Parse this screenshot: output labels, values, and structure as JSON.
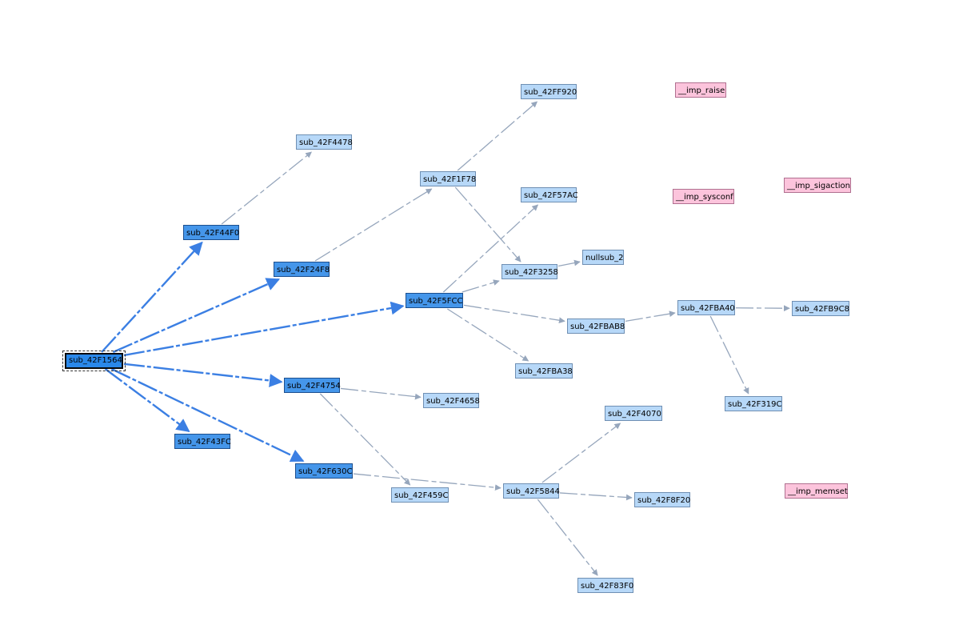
{
  "graph": {
    "nodes": [
      {
        "id": "sub_42F1564",
        "label": "sub_42F1564",
        "kind": "root"
      },
      {
        "id": "sub_42F44F0",
        "label": "sub_42F44F0",
        "kind": "dark"
      },
      {
        "id": "sub_42F24F8",
        "label": "sub_42F24F8",
        "kind": "dark"
      },
      {
        "id": "sub_42F5FCC",
        "label": "sub_42F5FCC",
        "kind": "dark"
      },
      {
        "id": "sub_42F4754",
        "label": "sub_42F4754",
        "kind": "dark"
      },
      {
        "id": "sub_42F43FC",
        "label": "sub_42F43FC",
        "kind": "dark"
      },
      {
        "id": "sub_42F630C",
        "label": "sub_42F630C",
        "kind": "dark"
      },
      {
        "id": "sub_42F4478",
        "label": "sub_42F4478",
        "kind": "light"
      },
      {
        "id": "sub_42F1F78",
        "label": "sub_42F1F78",
        "kind": "light"
      },
      {
        "id": "sub_42FF920",
        "label": "sub_42FF920",
        "kind": "light"
      },
      {
        "id": "sub_42F57AC",
        "label": "sub_42F57AC",
        "kind": "light"
      },
      {
        "id": "sub_42F3258",
        "label": "sub_42F3258",
        "kind": "light"
      },
      {
        "id": "nullsub_2",
        "label": "nullsub_2",
        "kind": "light"
      },
      {
        "id": "sub_42FBAB8",
        "label": "sub_42FBAB8",
        "kind": "light"
      },
      {
        "id": "sub_42FBA40",
        "label": "sub_42FBA40",
        "kind": "light"
      },
      {
        "id": "sub_42FB9C8",
        "label": "sub_42FB9C8",
        "kind": "light"
      },
      {
        "id": "sub_42F319C",
        "label": "sub_42F319C",
        "kind": "light"
      },
      {
        "id": "sub_42FBA38",
        "label": "sub_42FBA38",
        "kind": "light"
      },
      {
        "id": "sub_42F4658",
        "label": "sub_42F4658",
        "kind": "light"
      },
      {
        "id": "sub_42F459C",
        "label": "sub_42F459C",
        "kind": "light"
      },
      {
        "id": "sub_42F5844",
        "label": "sub_42F5844",
        "kind": "light"
      },
      {
        "id": "sub_42F4070",
        "label": "sub_42F4070",
        "kind": "light"
      },
      {
        "id": "sub_42F8F20",
        "label": "sub_42F8F20",
        "kind": "light"
      },
      {
        "id": "sub_42F83F0",
        "label": "sub_42F83F0",
        "kind": "light"
      },
      {
        "id": "__imp_raise",
        "label": "__imp_raise",
        "kind": "import"
      },
      {
        "id": "__imp_sysconf",
        "label": "__imp_sysconf",
        "kind": "import"
      },
      {
        "id": "__imp_sigaction",
        "label": "__imp_sigaction",
        "kind": "import"
      },
      {
        "id": "__imp_memset",
        "label": "__imp_memset",
        "kind": "import"
      }
    ],
    "edges": [
      {
        "from": "sub_42F1564",
        "to": "sub_42F44F0",
        "style": "primary"
      },
      {
        "from": "sub_42F1564",
        "to": "sub_42F24F8",
        "style": "primary"
      },
      {
        "from": "sub_42F1564",
        "to": "sub_42F5FCC",
        "style": "primary"
      },
      {
        "from": "sub_42F1564",
        "to": "sub_42F4754",
        "style": "primary"
      },
      {
        "from": "sub_42F1564",
        "to": "sub_42F43FC",
        "style": "primary"
      },
      {
        "from": "sub_42F1564",
        "to": "sub_42F630C",
        "style": "primary"
      },
      {
        "from": "sub_42F44F0",
        "to": "sub_42F4478",
        "style": "secondary"
      },
      {
        "from": "sub_42F24F8",
        "to": "sub_42F1F78",
        "style": "secondary"
      },
      {
        "from": "sub_42F1F78",
        "to": "sub_42FF920",
        "style": "secondary"
      },
      {
        "from": "sub_42F1F78",
        "to": "sub_42F3258",
        "style": "secondary"
      },
      {
        "from": "sub_42F5FCC",
        "to": "sub_42F57AC",
        "style": "secondary"
      },
      {
        "from": "sub_42F5FCC",
        "to": "sub_42F3258",
        "style": "secondary"
      },
      {
        "from": "sub_42F5FCC",
        "to": "sub_42FBAB8",
        "style": "secondary"
      },
      {
        "from": "sub_42F5FCC",
        "to": "sub_42FBA38",
        "style": "secondary"
      },
      {
        "from": "sub_42F3258",
        "to": "nullsub_2",
        "style": "secondary"
      },
      {
        "from": "sub_42FBAB8",
        "to": "sub_42FBA40",
        "style": "secondary"
      },
      {
        "from": "sub_42FBA40",
        "to": "sub_42FB9C8",
        "style": "secondary"
      },
      {
        "from": "sub_42FBA40",
        "to": "sub_42F319C",
        "style": "secondary"
      },
      {
        "from": "sub_42F4754",
        "to": "sub_42F4658",
        "style": "secondary"
      },
      {
        "from": "sub_42F4754",
        "to": "sub_42F459C",
        "style": "secondary"
      },
      {
        "from": "sub_42F630C",
        "to": "sub_42F5844",
        "style": "secondary"
      },
      {
        "from": "sub_42F5844",
        "to": "sub_42F4070",
        "style": "secondary"
      },
      {
        "from": "sub_42F5844",
        "to": "sub_42F8F20",
        "style": "secondary"
      },
      {
        "from": "sub_42F5844",
        "to": "sub_42F83F0",
        "style": "secondary"
      }
    ],
    "colors": {
      "primary_edge": "#3b7fe3",
      "secondary_edge": "#96a6bc",
      "root_node": "#2a88ea",
      "dark_node": "#4596ea",
      "light_node": "#b7d8f8",
      "import_node": "#fcc4dc"
    }
  }
}
